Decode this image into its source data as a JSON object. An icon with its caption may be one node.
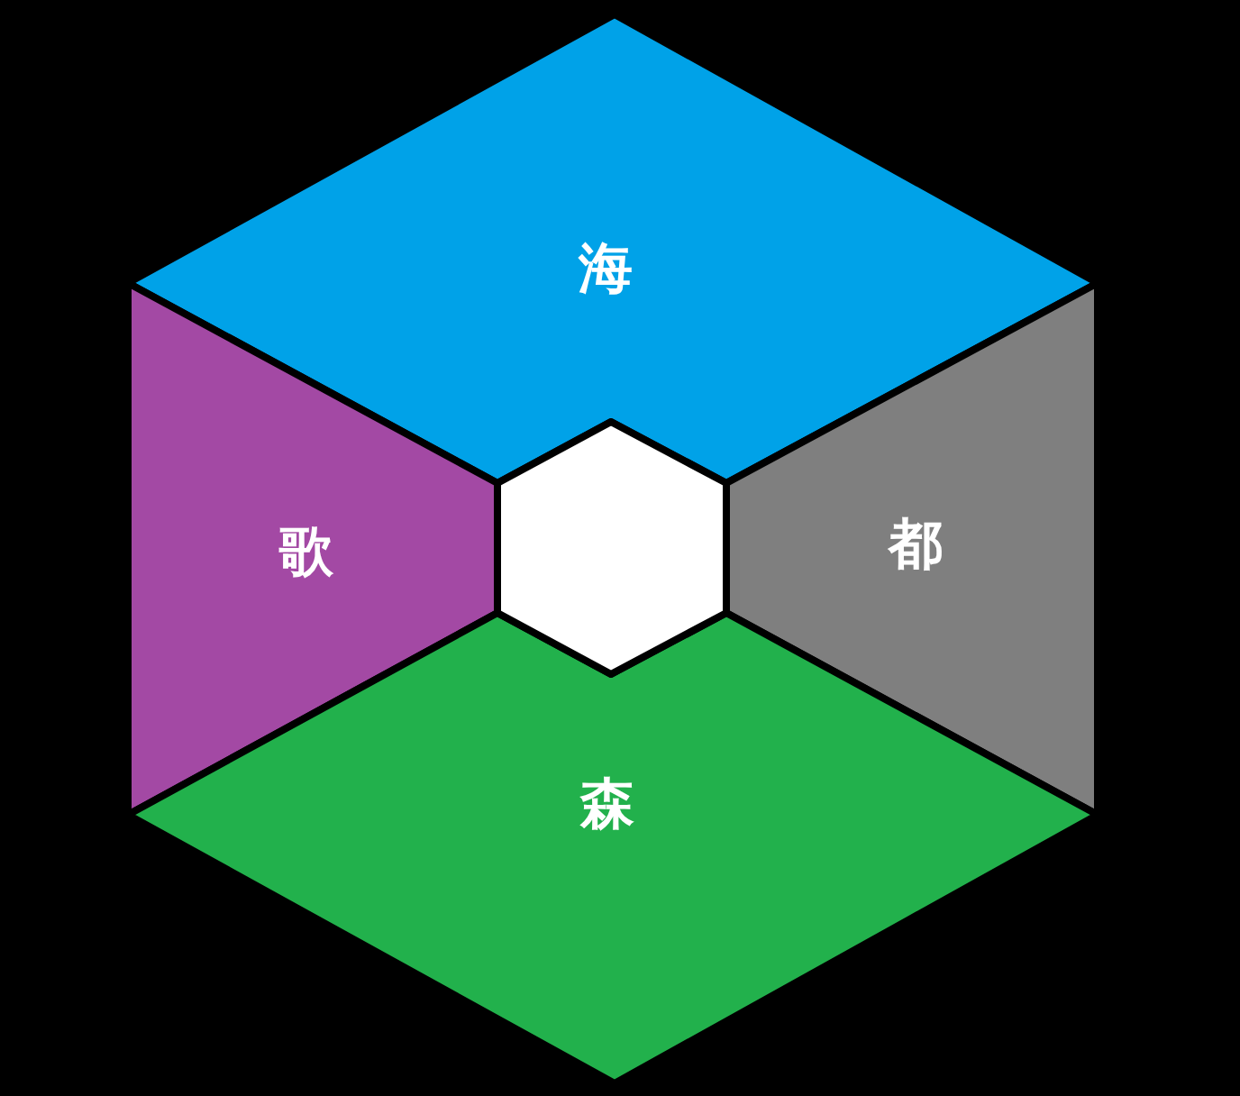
{
  "diagram": {
    "nodes": [
      {
        "text": [
          "海"
        ]
      },
      {
        "text": [
          "歌"
        ]
      },
      {
        "text": [
          "都"
        ]
      },
      {
        "text": [
          "森"
        ]
      },
      {
        "text": [],
        "shape": "hexagon"
      }
    ]
  }
}
